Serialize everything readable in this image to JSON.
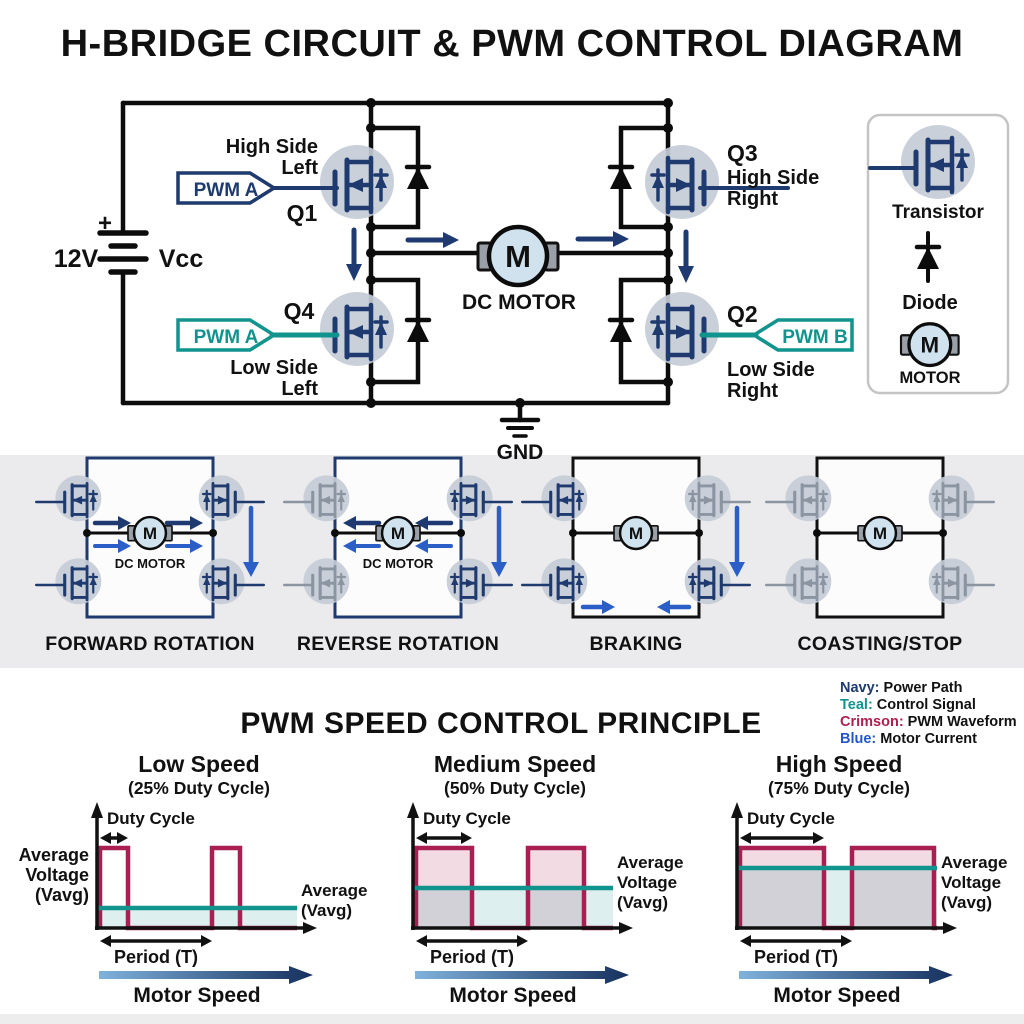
{
  "title": "H-BRIDGE CIRCUIT & PWM CONTROL DIAGRAM",
  "palette": {
    "navy": "#1e3a6e",
    "teal": "#11948e",
    "crimson": "#aa1f52",
    "blue": "#2b5ec7",
    "wire_black": "#0c0c0c",
    "motor_fill": "#cfe2ee",
    "transistor_bg": "#c6ccd7",
    "inactive_gray": "#8b94a1",
    "band_gray": "#ebebed"
  },
  "circuit": {
    "supply_plus": "+",
    "supply_voltage": "12V",
    "supply_label": "Vcc",
    "ground_label": "GND",
    "motor_letter": "M",
    "motor_label": "DC MOTOR",
    "q1": {
      "name": "Q1",
      "pos_line1": "High Side",
      "pos_line2": "Left",
      "tag": "PWM A"
    },
    "q3": {
      "name": "Q3",
      "pos_line1": "High Side",
      "pos_line2": "Right"
    },
    "q4": {
      "name": "Q4",
      "pos_line1": "Low Side",
      "pos_line2": "Left",
      "tag": "PWM A"
    },
    "q2": {
      "name": "Q2",
      "pos_line1": "Low Side",
      "pos_line2": "Right",
      "tag": "PWM B"
    },
    "legend": {
      "transistor": "Transistor",
      "diode": "Diode",
      "motor": "MOTOR"
    }
  },
  "modes": [
    {
      "label": "FORWARD ROTATION",
      "motor_label": "DC MOTOR",
      "active": [
        1,
        1,
        1,
        1
      ],
      "current": "right",
      "border": "navy",
      "side_arrow": true
    },
    {
      "label": "REVERSE ROTATION",
      "motor_label": "DC MOTOR",
      "active": [
        0,
        1,
        0,
        1
      ],
      "current": "left",
      "border": "navy",
      "side_arrow": true
    },
    {
      "label": "BRAKING",
      "motor_label": "",
      "active": [
        1,
        0,
        1,
        1
      ],
      "current": "brake",
      "border": "black",
      "side_arrow": true
    },
    {
      "label": "COASTING/STOP",
      "motor_label": "",
      "active": [
        0,
        0,
        0,
        0
      ],
      "current": "none",
      "border": "black",
      "side_arrow": false
    }
  ],
  "pwm": {
    "title": "PWM SPEED CONTROL PRINCIPLE",
    "color_legend": [
      {
        "name": "Navy:",
        "desc": "Power Path",
        "color": "#1e3a6e"
      },
      {
        "name": "Teal:",
        "desc": "Control Signal",
        "color": "#11948e"
      },
      {
        "name": "Crimson:",
        "desc": "PWM Waveform",
        "color": "#b01e4e"
      },
      {
        "name": "Blue:",
        "desc": "Motor Current",
        "color": "#2456c5"
      }
    ]
  },
  "chart_data": [
    {
      "type": "line",
      "title": "Low Speed",
      "subtitle": "(25% Duty Cycle)",
      "duty_cycle_pct": 25,
      "duty_arrow_label": "Duty Cycle",
      "period_label": "Period (T)",
      "x_arrow_label": "Motor Speed",
      "left_axis_label": [
        "Average",
        "Voltage",
        "(Vavg)"
      ],
      "right_label": [
        "Average",
        "(Vavg)"
      ],
      "pulse_fill": false,
      "pwm_color": "#aa1f52",
      "average_color": "#11948e"
    },
    {
      "type": "line",
      "title": "Medium Speed",
      "subtitle": "(50% Duty Cycle)",
      "duty_cycle_pct": 50,
      "duty_arrow_label": "Duty Cycle",
      "period_label": "Period (T)",
      "x_arrow_label": "Motor Speed",
      "right_label": [
        "Average",
        "Voltage",
        "(Vavg)"
      ],
      "pulse_fill": true,
      "pwm_color": "#aa1f52",
      "average_color": "#11948e"
    },
    {
      "type": "line",
      "title": "High Speed",
      "subtitle": "(75% Duty Cycle)",
      "duty_cycle_pct": 75,
      "duty_arrow_label": "Duty Cycle",
      "period_label": "Period (T)",
      "x_arrow_label": "Motor Speed",
      "right_label": [
        "Average",
        "Voltage",
        "(Vavg)"
      ],
      "pulse_fill": true,
      "pwm_color": "#aa1f52",
      "average_color": "#11948e"
    }
  ]
}
